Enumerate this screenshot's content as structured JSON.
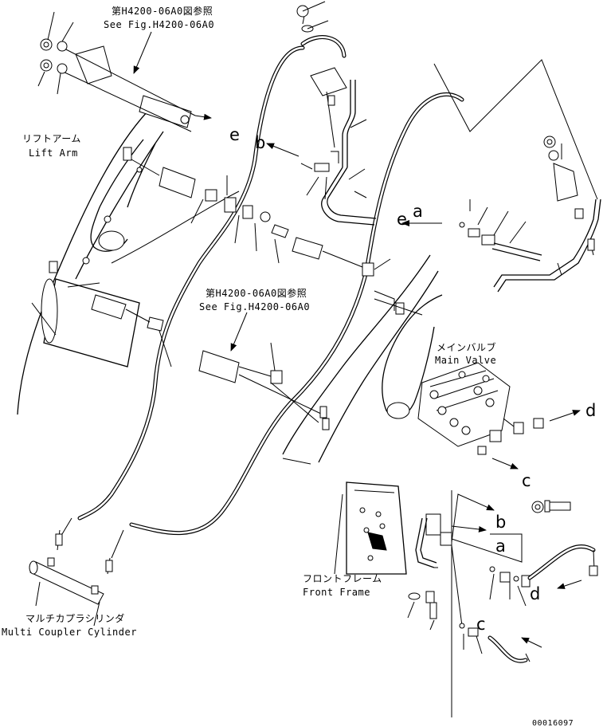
{
  "labels": {
    "see_fig_top_jp": "第H4200-06A0図参照",
    "see_fig_top_en": "See Fig.H4200-06A0",
    "see_fig_mid_jp": "第H4200-06A0図参照",
    "see_fig_mid_en": "See Fig.H4200-06A0",
    "lift_arm_jp": "リフトアーム",
    "lift_arm_en": "Lift Arm",
    "main_valve_jp": "メインバルブ",
    "main_valve_en": "Main Valve",
    "front_frame_jp": "フロントフレーム",
    "front_frame_en": "Front Frame",
    "multi_coupler_jp": "マルチカプラシリンダ",
    "multi_coupler_en": "Multi Coupler Cylinder",
    "drawing_number": "00016097"
  },
  "callouts": {
    "e_top": "e",
    "b_top": "b",
    "e_right": "e",
    "a_right": "a",
    "d_valve": "d",
    "c_valve": "c",
    "b_frame": "b",
    "a_frame": "a",
    "d_frame": "d",
    "c_frame": "c"
  }
}
